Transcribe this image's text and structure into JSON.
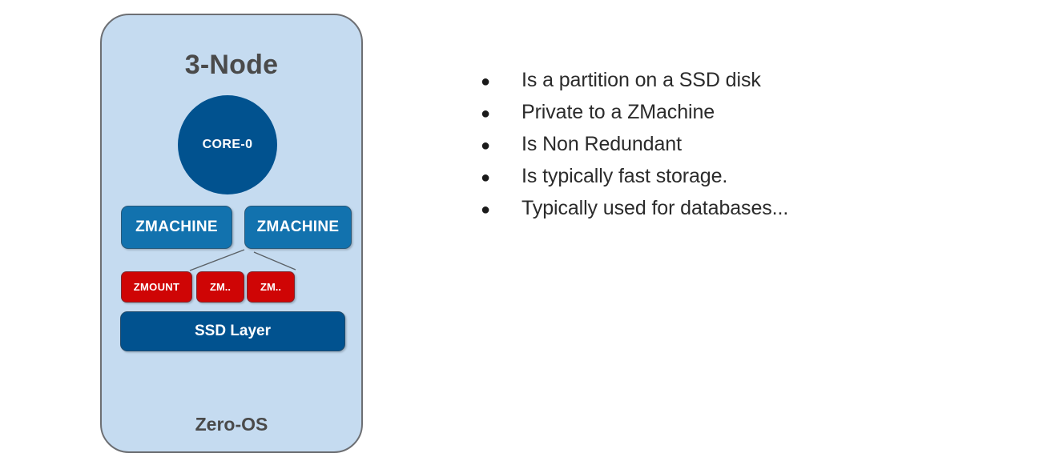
{
  "diagram": {
    "title": "3-Node",
    "os_label": "Zero-OS",
    "core": {
      "label": "CORE-0"
    },
    "zmachines": [
      {
        "label": "ZMACHINE"
      },
      {
        "label": "ZMACHINE"
      }
    ],
    "zmounts": [
      {
        "label": "ZMOUNT"
      },
      {
        "label": "ZM.."
      },
      {
        "label": "ZM.."
      }
    ],
    "storage_layer": {
      "label": "SSD Layer"
    },
    "colors": {
      "panel_fill": "#c5dbf0",
      "panel_border": "#6d6f73",
      "title_text": "#4a4a4a",
      "core_fill": "#01528f",
      "zmachine_fill": "#1272ae",
      "zmount_fill": "#cf0505",
      "storage_fill": "#01528f",
      "connector_line": "#5b6166",
      "bullet_text": "#2b2b2b",
      "background": "#ffffff"
    }
  },
  "bullets": [
    {
      "marker": "bullet-dot-icon",
      "text": "Is a partition on a SSD disk"
    },
    {
      "marker": "bullet-dot-icon",
      "text": "Private to a ZMachine"
    },
    {
      "marker": "bullet-dot-icon",
      "text": "Is Non Redundant"
    },
    {
      "marker": "bullet-dot-icon",
      "text": "Is typically fast storage."
    },
    {
      "marker": "bullet-dot-icon",
      "text": "Typically used for databases..."
    }
  ]
}
